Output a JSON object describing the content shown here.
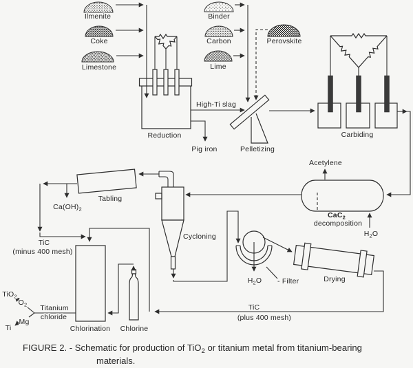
{
  "diagram": {
    "title_hint": "Process flow schematic",
    "materials": {
      "ilmenite": "Ilmenite",
      "coke": "Coke",
      "limestone": "Limestone",
      "binder": "Binder",
      "carbon": "Carbon",
      "lime": "Lime",
      "perovskite": "Perovskite"
    },
    "processes": {
      "reduction": "Reduction",
      "pelletizing": "Pelletizing",
      "carbiding": "Carbiding",
      "tabling": "Tabling",
      "cycloning": "Cycloning",
      "chlorination": "Chlorination",
      "drying": "Drying",
      "filter_label": "- Filter",
      "cac2": {
        "pre": "CaC",
        "sub": "2"
      },
      "decomposition": "decomposition"
    },
    "streams": {
      "high_ti_slag": "High-Ti slag",
      "pig_iron": "Pig iron",
      "acetylene": "Acetylene",
      "h2o": {
        "pre": "H",
        "sub": "2",
        "post": "O"
      },
      "caoh2": {
        "pre": "Ca(OH)",
        "sub": "2"
      },
      "tic": "TiC",
      "minus_mesh": "(minus 400 mesh)",
      "plus_mesh": "(plus 400 mesh)",
      "titanium_line1": "Titanium",
      "titanium_line2": "chloride",
      "chlorine": "Chlorine",
      "tio2": {
        "pre": "TiO",
        "sub": "2"
      },
      "o2": {
        "pre": "O",
        "sub": "2"
      },
      "mg": "Mg",
      "ti": "Ti"
    },
    "caption": {
      "line1_pre": "FIGURE 2. - Schematic for production of TiO",
      "line1_sub": "2",
      "line1_post": " or titanium metal from titanium-bearing",
      "line2": "materials."
    },
    "colors": {
      "ink": "#2e2e2e",
      "paper": "#f6f6f4"
    }
  }
}
